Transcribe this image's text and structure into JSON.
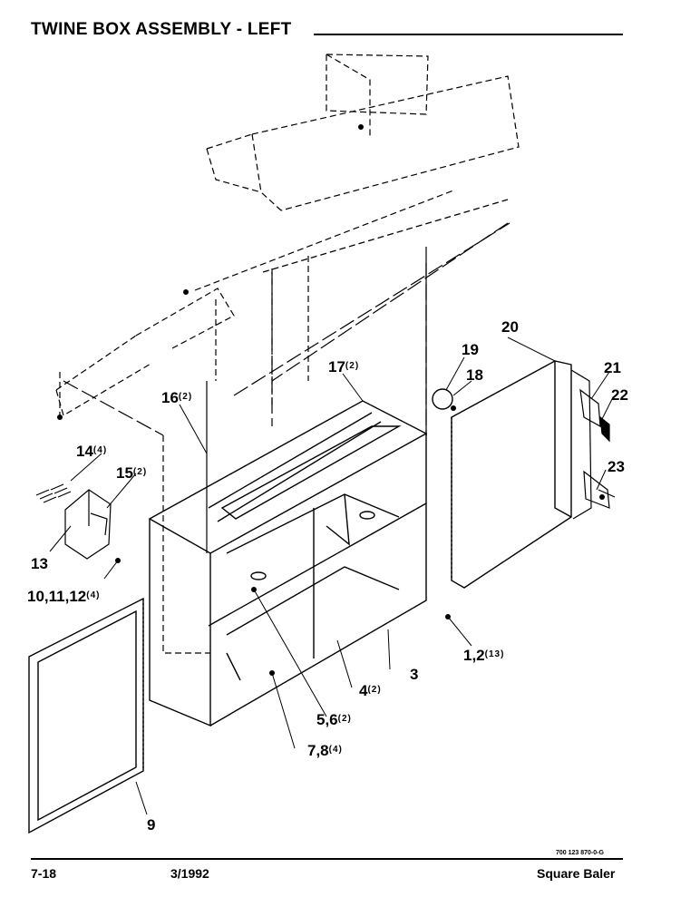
{
  "header": {
    "title": "TWINE BOX ASSEMBLY - LEFT"
  },
  "callouts": [
    {
      "id": "20",
      "label": "20",
      "qty": ""
    },
    {
      "id": "19",
      "label": "19",
      "qty": ""
    },
    {
      "id": "18",
      "label": "18",
      "qty": ""
    },
    {
      "id": "21",
      "label": "21",
      "qty": ""
    },
    {
      "id": "22",
      "label": "22",
      "qty": ""
    },
    {
      "id": "23",
      "label": "23",
      "qty": ""
    },
    {
      "id": "17",
      "label": "17",
      "qty": "(2)"
    },
    {
      "id": "16",
      "label": "16",
      "qty": "(2)"
    },
    {
      "id": "14",
      "label": "14",
      "qty": "(4)"
    },
    {
      "id": "15",
      "label": "15",
      "qty": "(2)"
    },
    {
      "id": "13",
      "label": "13",
      "qty": ""
    },
    {
      "id": "10-11-12",
      "label": "10,11,12",
      "qty": "(4)"
    },
    {
      "id": "1-2",
      "label": "1,2",
      "qty": "(13)"
    },
    {
      "id": "3",
      "label": "3",
      "qty": ""
    },
    {
      "id": "4",
      "label": "4",
      "qty": "(2)"
    },
    {
      "id": "5-6",
      "label": "5,6",
      "qty": "(2)"
    },
    {
      "id": "7-8",
      "label": "7,8",
      "qty": "(4)"
    },
    {
      "id": "9",
      "label": "9",
      "qty": ""
    }
  ],
  "footer": {
    "drawing_number": "700 123 870-0-G",
    "page": "7-18",
    "date": "3/1992",
    "product": "Square Baler"
  }
}
